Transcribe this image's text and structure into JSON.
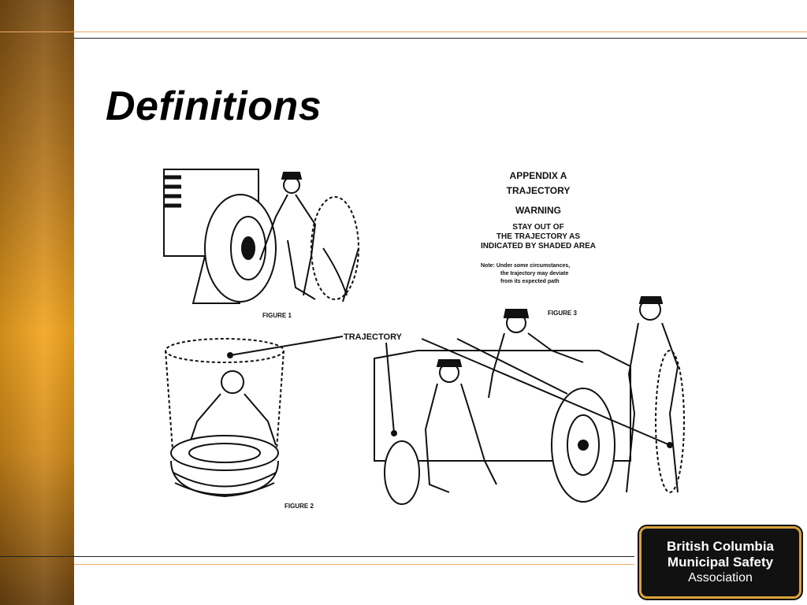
{
  "slide": {
    "title": "Definitions"
  },
  "illustration": {
    "appendix": "APPENDIX A",
    "trajectory_heading": "TRAJECTORY",
    "warning": "WARNING",
    "stay_line1": "STAY OUT OF",
    "stay_line2": "THE TRAJECTORY AS",
    "stay_line3": "INDICATED BY SHADED AREA",
    "note_line1": "Note:  Under some circumstances,",
    "note_line2": "the trajectory may deviate",
    "note_line3": "from its expected path",
    "figure1": "FIGURE 1",
    "figure2": "FIGURE 2",
    "figure3": "FIGURE 3",
    "trajectory_label": "TRAJECTORY"
  },
  "logo": {
    "line1": "British Columbia",
    "line2": "Municipal Safety",
    "line3": "Association"
  },
  "colors": {
    "sidebar": "#f2a51f",
    "line_orange": "#f0a868",
    "logo_border": "#d8a23a"
  }
}
